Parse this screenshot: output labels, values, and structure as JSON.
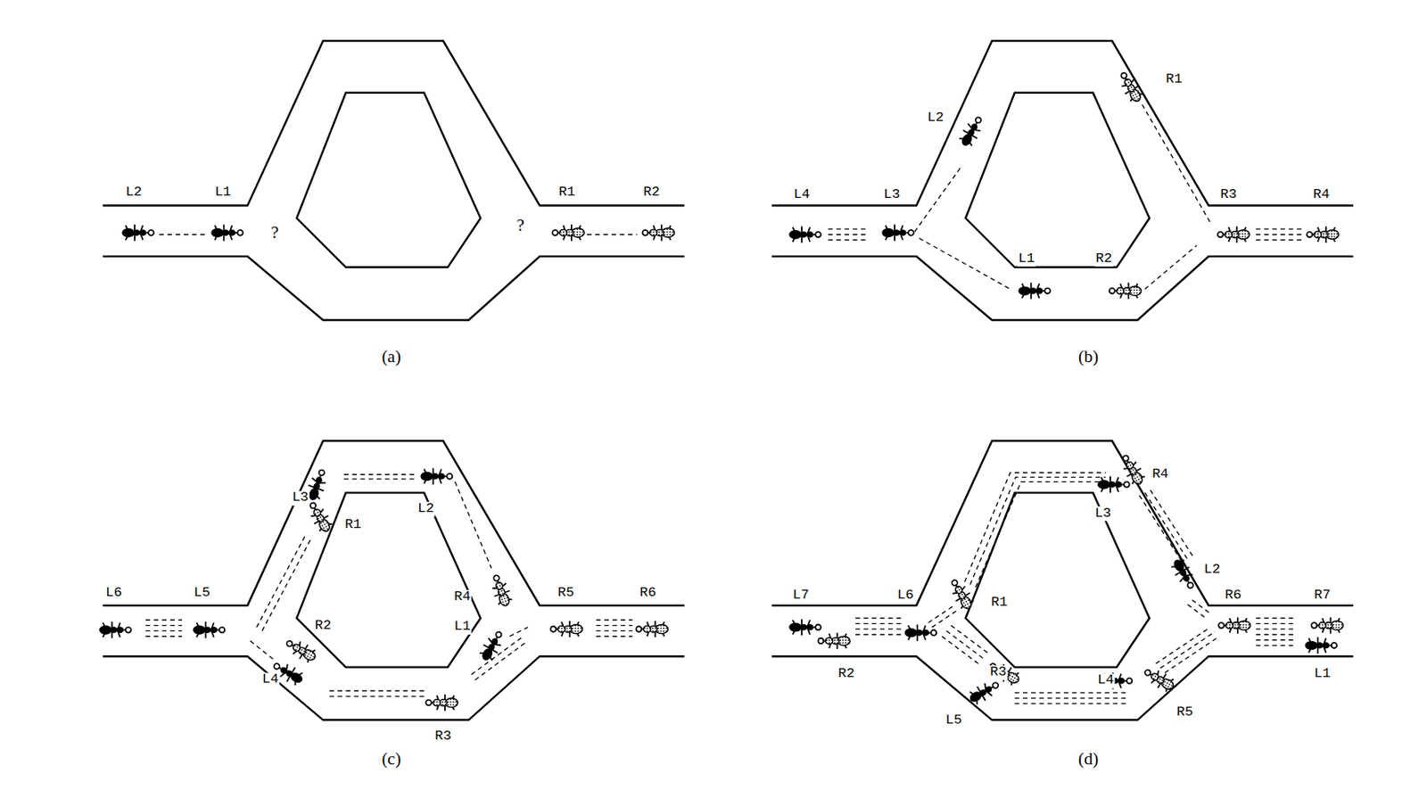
{
  "diagram": {
    "labels": [
      "L2",
      "L1",
      "?",
      "?",
      "R1",
      "R2",
      "(a)",
      "L4",
      "L3",
      "L2",
      "R1",
      "L1",
      "R2",
      "R3",
      "R4",
      "(b)",
      "L6",
      "L5",
      "L3",
      "R1",
      "L2",
      "R4",
      "L1",
      "R2",
      "L4",
      "R3",
      "R5",
      "R6",
      "(c)",
      "L7",
      "L6",
      "R1",
      "R2",
      "R3",
      "L4",
      "L5",
      "L3",
      "R4",
      "L2",
      "R6",
      "R7",
      "L1",
      "R5",
      "(d)"
    ]
  }
}
